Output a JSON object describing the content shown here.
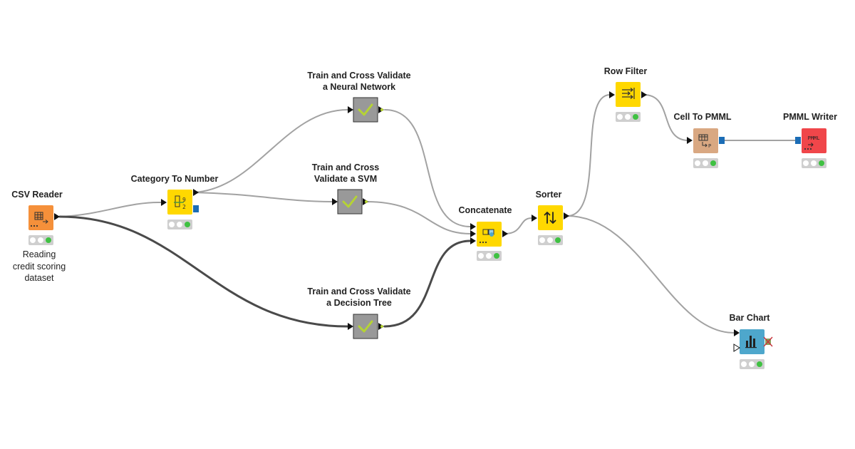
{
  "workflow": {
    "nodes": [
      {
        "id": "csv-reader",
        "label": "CSV Reader",
        "description": [
          "Reading",
          "credit scoring",
          "dataset"
        ],
        "color": "#f5903a",
        "icon": "table-read-icon"
      },
      {
        "id": "category-to-number",
        "label": "Category To Number",
        "color": "#ffd800",
        "icon": "category-to-number-icon"
      },
      {
        "id": "train-nn",
        "label": [
          "Train and Cross Validate",
          "a Neural Network"
        ],
        "color": "#999999",
        "icon": "checkmark-icon"
      },
      {
        "id": "train-svm",
        "label": [
          "Train and Cross",
          "Validate a SVM"
        ],
        "color": "#999999",
        "icon": "checkmark-icon"
      },
      {
        "id": "train-dt",
        "label": [
          "Train and Cross Validate",
          "a Decision Tree"
        ],
        "color": "#999999",
        "icon": "checkmark-icon"
      },
      {
        "id": "concatenate",
        "label": "Concatenate",
        "color": "#ffd800",
        "icon": "concatenate-icon"
      },
      {
        "id": "sorter",
        "label": "Sorter",
        "color": "#ffd800",
        "icon": "sort-arrows-icon"
      },
      {
        "id": "row-filter",
        "label": "Row Filter",
        "color": "#ffd800",
        "icon": "filter-icon"
      },
      {
        "id": "cell-to-pmml",
        "label": "Cell To PMML",
        "color": "#d9a882",
        "icon": "cell-to-pmml-icon"
      },
      {
        "id": "pmml-writer",
        "label": "PMML Writer",
        "color": "#f0464a",
        "icon": "pmml-write-icon",
        "icon_text": "PMML"
      },
      {
        "id": "bar-chart",
        "label": "Bar Chart",
        "color": "#4ea7cc",
        "icon": "bar-chart-icon"
      }
    ],
    "colors": {
      "connection": "#a2a2a2",
      "connection_selected": "#4a4a4a",
      "status_green": "#3fc142",
      "status_gray": "#cfcfcf",
      "check_green": "#b5d334",
      "port_blue": "#1b6db6"
    }
  }
}
